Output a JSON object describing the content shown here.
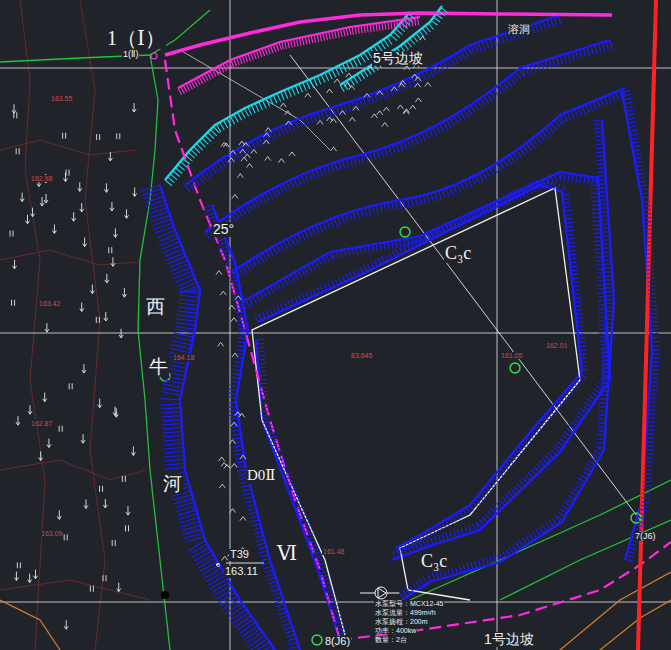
{
  "diagram": {
    "labels": [
      "1（Ⅰ）",
      "1(Ⅱ)",
      "溶洞",
      "5号边坡",
      "25°",
      "C₃c",
      "西",
      "牛",
      "河",
      "D0Ⅱ",
      "Ⅵ",
      "T39",
      "163.11",
      "C₃c",
      "水泵型号：MCX12-45",
      "水泵流量：499m³/h",
      "水泵扬程：200m",
      "功率：400kw",
      "数量：2台",
      "8(J6)",
      "7(J6)",
      "1号边坡",
      "164.18",
      "163.55",
      "162.98",
      "163.42",
      "162.87",
      "163.09",
      "161.05",
      "162.01",
      "161.48",
      "83.645"
    ]
  }
}
